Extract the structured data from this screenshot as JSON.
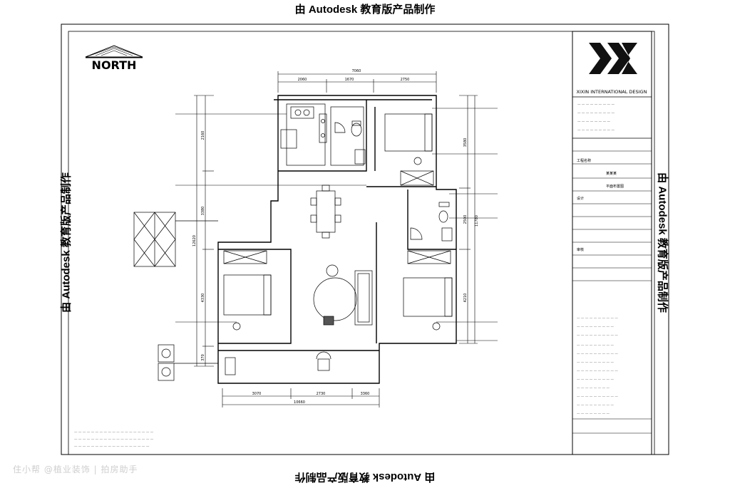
{
  "watermark_stamp": "由 Autodesk 教育版产品制作",
  "north_label": "NORTH",
  "company": {
    "name_en": "XIXIN INTERNATIONAL DESIGN"
  },
  "dimensions": {
    "top_total": "7060",
    "top_parts": [
      "2060",
      "1670",
      "2750"
    ],
    "bottom_total": "10660",
    "bottom_parts": [
      "3070",
      "2730",
      "3360"
    ],
    "left_total": "12620",
    "left_parts": [
      "2160",
      "3380",
      "4330",
      "370"
    ],
    "right_total": "11780",
    "right_parts": [
      "3580",
      "2500",
      "4210"
    ]
  },
  "title_block": {
    "fields": [
      "工程名称",
      "设计",
      "审核"
    ],
    "project_name": "某某某",
    "drawing_name": "平面布置图"
  },
  "bottom_watermark": "住小帮 @植业装饰 | 拍房助手"
}
